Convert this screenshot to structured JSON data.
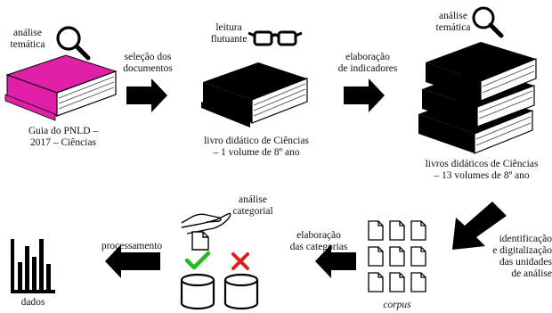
{
  "steps": {
    "guide": {
      "analysis_label": [
        "análise",
        "temática"
      ],
      "caption": [
        "Guia do PNLD –",
        "2017 – Ciências"
      ],
      "book_color": "#e020a8"
    },
    "arrow1_label": [
      "seleção dos",
      "documentos"
    ],
    "reading": {
      "label": [
        "leitura",
        "flutuante"
      ],
      "caption": [
        "livro didático de Ciências",
        "– 1 volume de 8º ano"
      ]
    },
    "arrow2_label": [
      "elaboração",
      "de indicadores"
    ],
    "collection": {
      "analysis_label": [
        "análise",
        "temática"
      ],
      "caption": [
        "livros didáticos de Ciências",
        "– 13 volumes de 8º ano"
      ]
    },
    "corpus": {
      "side_label": [
        "identificação",
        "e digitalização",
        "das unidades",
        "de análise"
      ],
      "caption": "corpus"
    },
    "arrow4_label": [
      "elaboração",
      "das categorias"
    ],
    "categorization": {
      "label": [
        "análise",
        "categorial"
      ],
      "check_color": "#22bb22",
      "cross_color": "#e02020"
    },
    "arrow5_label": "processamento",
    "data": {
      "caption": "dados"
    }
  }
}
